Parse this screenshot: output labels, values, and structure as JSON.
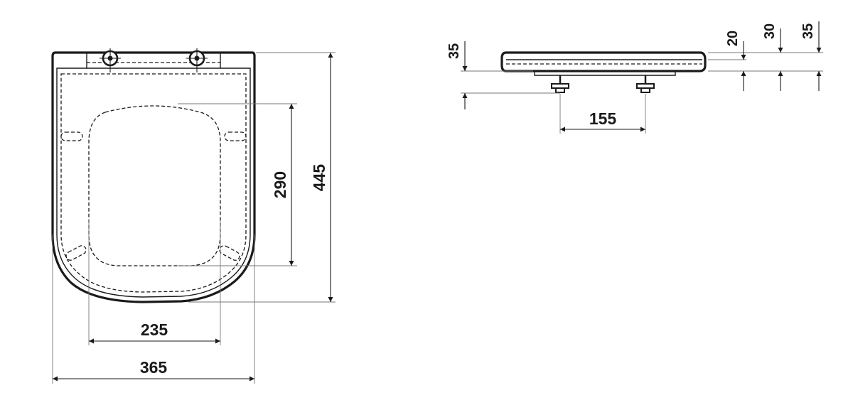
{
  "dimensions": {
    "seat_width": "365",
    "inner_width": "235",
    "seat_length": "445",
    "inner_length": "290",
    "hinge_spacing": "155",
    "hinge_height": "35",
    "seat_thickness": "20",
    "lid_thickness": "30",
    "total_height": "35"
  }
}
